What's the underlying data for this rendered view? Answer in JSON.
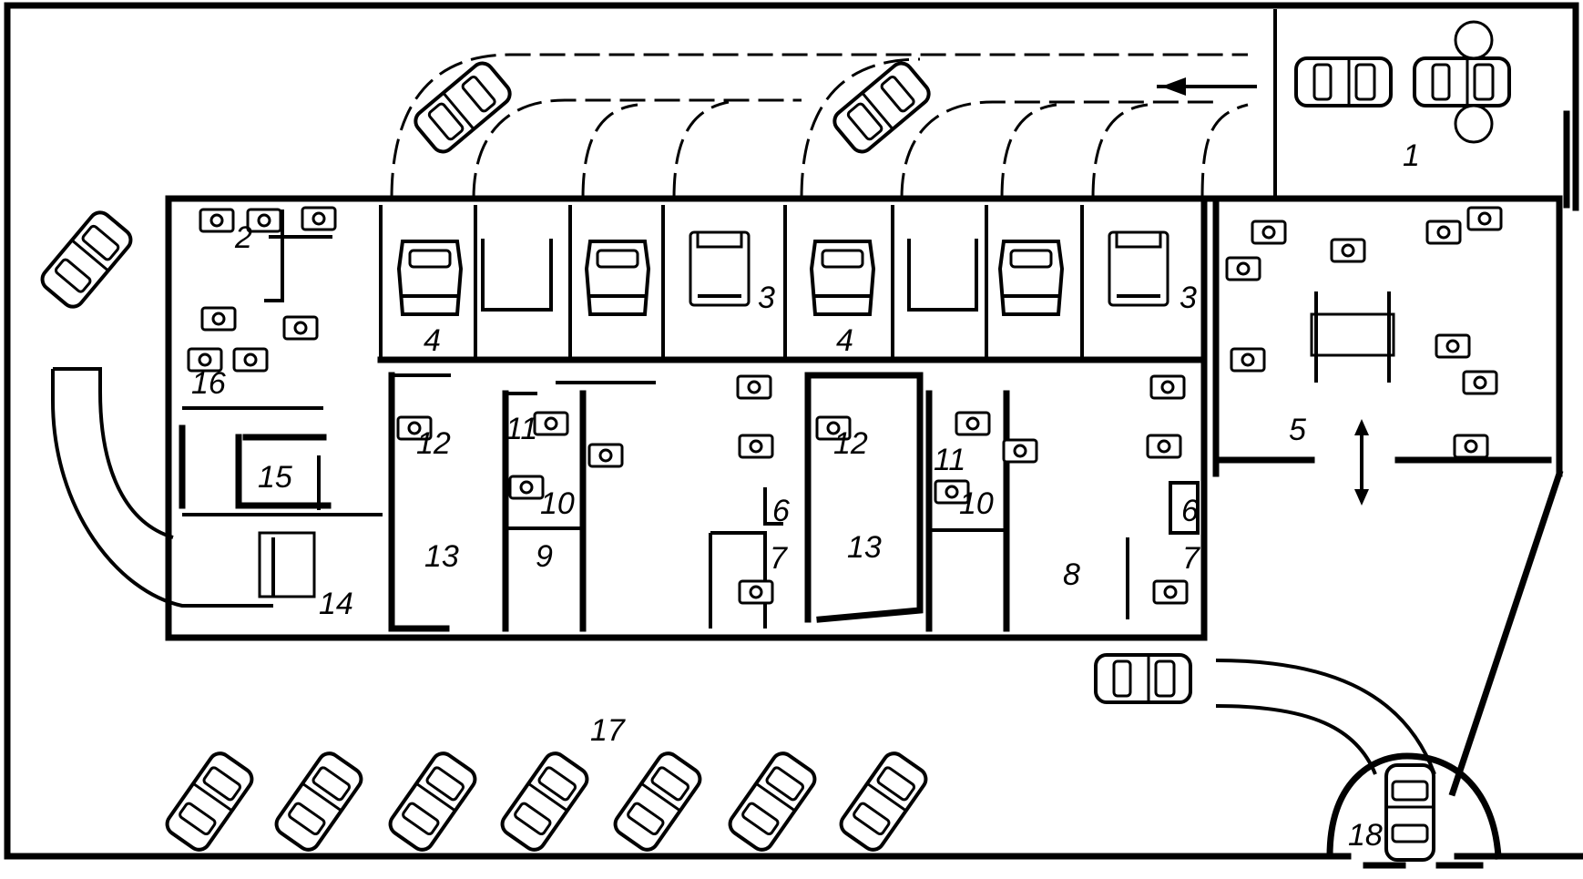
{
  "zone_labels": {
    "z1": "1",
    "z2": "2",
    "z3a": "3",
    "z3b": "3",
    "z4a": "4",
    "z4b": "4",
    "z5": "5",
    "z6a": "6",
    "z6b": "6",
    "z7a": "7",
    "z7b": "7",
    "z8": "8",
    "z9": "9",
    "z10a": "10",
    "z10b": "10",
    "z11a": "11",
    "z11b": "11",
    "z12a": "12",
    "z12b": "12",
    "z13a": "13",
    "z13b": "13",
    "z14": "14",
    "z15": "15",
    "z16": "16",
    "z17": "17",
    "z18": "18"
  }
}
